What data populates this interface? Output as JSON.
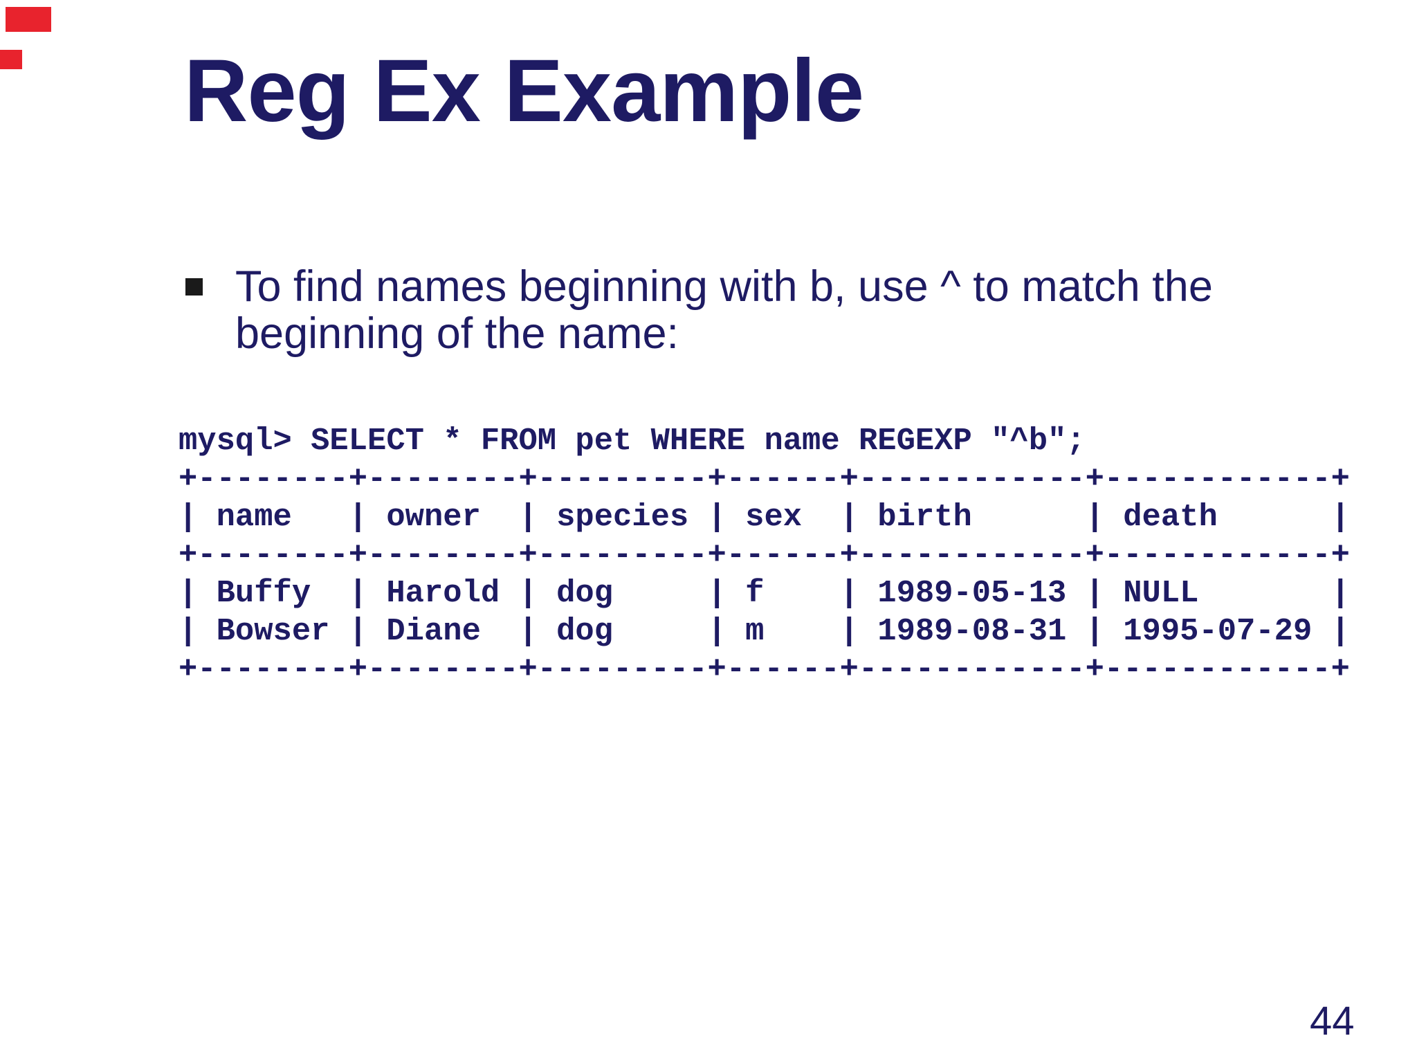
{
  "colors": {
    "text_navy": "#1e1b63",
    "background": "#ffffff",
    "bullet_marker": "#1a1a1a",
    "artifact_red": "#e8232d"
  },
  "slide": {
    "title": "Reg Ex Example",
    "bullet_text": "To find names beginning with b, use ^ to match the beginning of the name:",
    "page_number": "44"
  },
  "code": {
    "lines": [
      "mysql> SELECT * FROM pet WHERE name REGEXP \"^b\";",
      "+--------+--------+---------+------+------------+------------+",
      "| name   | owner  | species | sex  | birth      | death      |",
      "+--------+--------+---------+------+------------+------------+",
      "| Buffy  | Harold | dog     | f    | 1989-05-13 | NULL       |",
      "| Bowser | Diane  | dog     | m    | 1989-08-31 | 1995-07-29 |",
      "+--------+--------+---------+------+------------+------------+"
    ],
    "result_table": {
      "headers": [
        "name",
        "owner",
        "species",
        "sex",
        "birth",
        "death"
      ],
      "rows": [
        [
          "Buffy",
          "Harold",
          "dog",
          "f",
          "1989-05-13",
          "NULL"
        ],
        [
          "Bowser",
          "Diane",
          "dog",
          "m",
          "1989-08-31",
          "1995-07-29"
        ]
      ]
    }
  }
}
